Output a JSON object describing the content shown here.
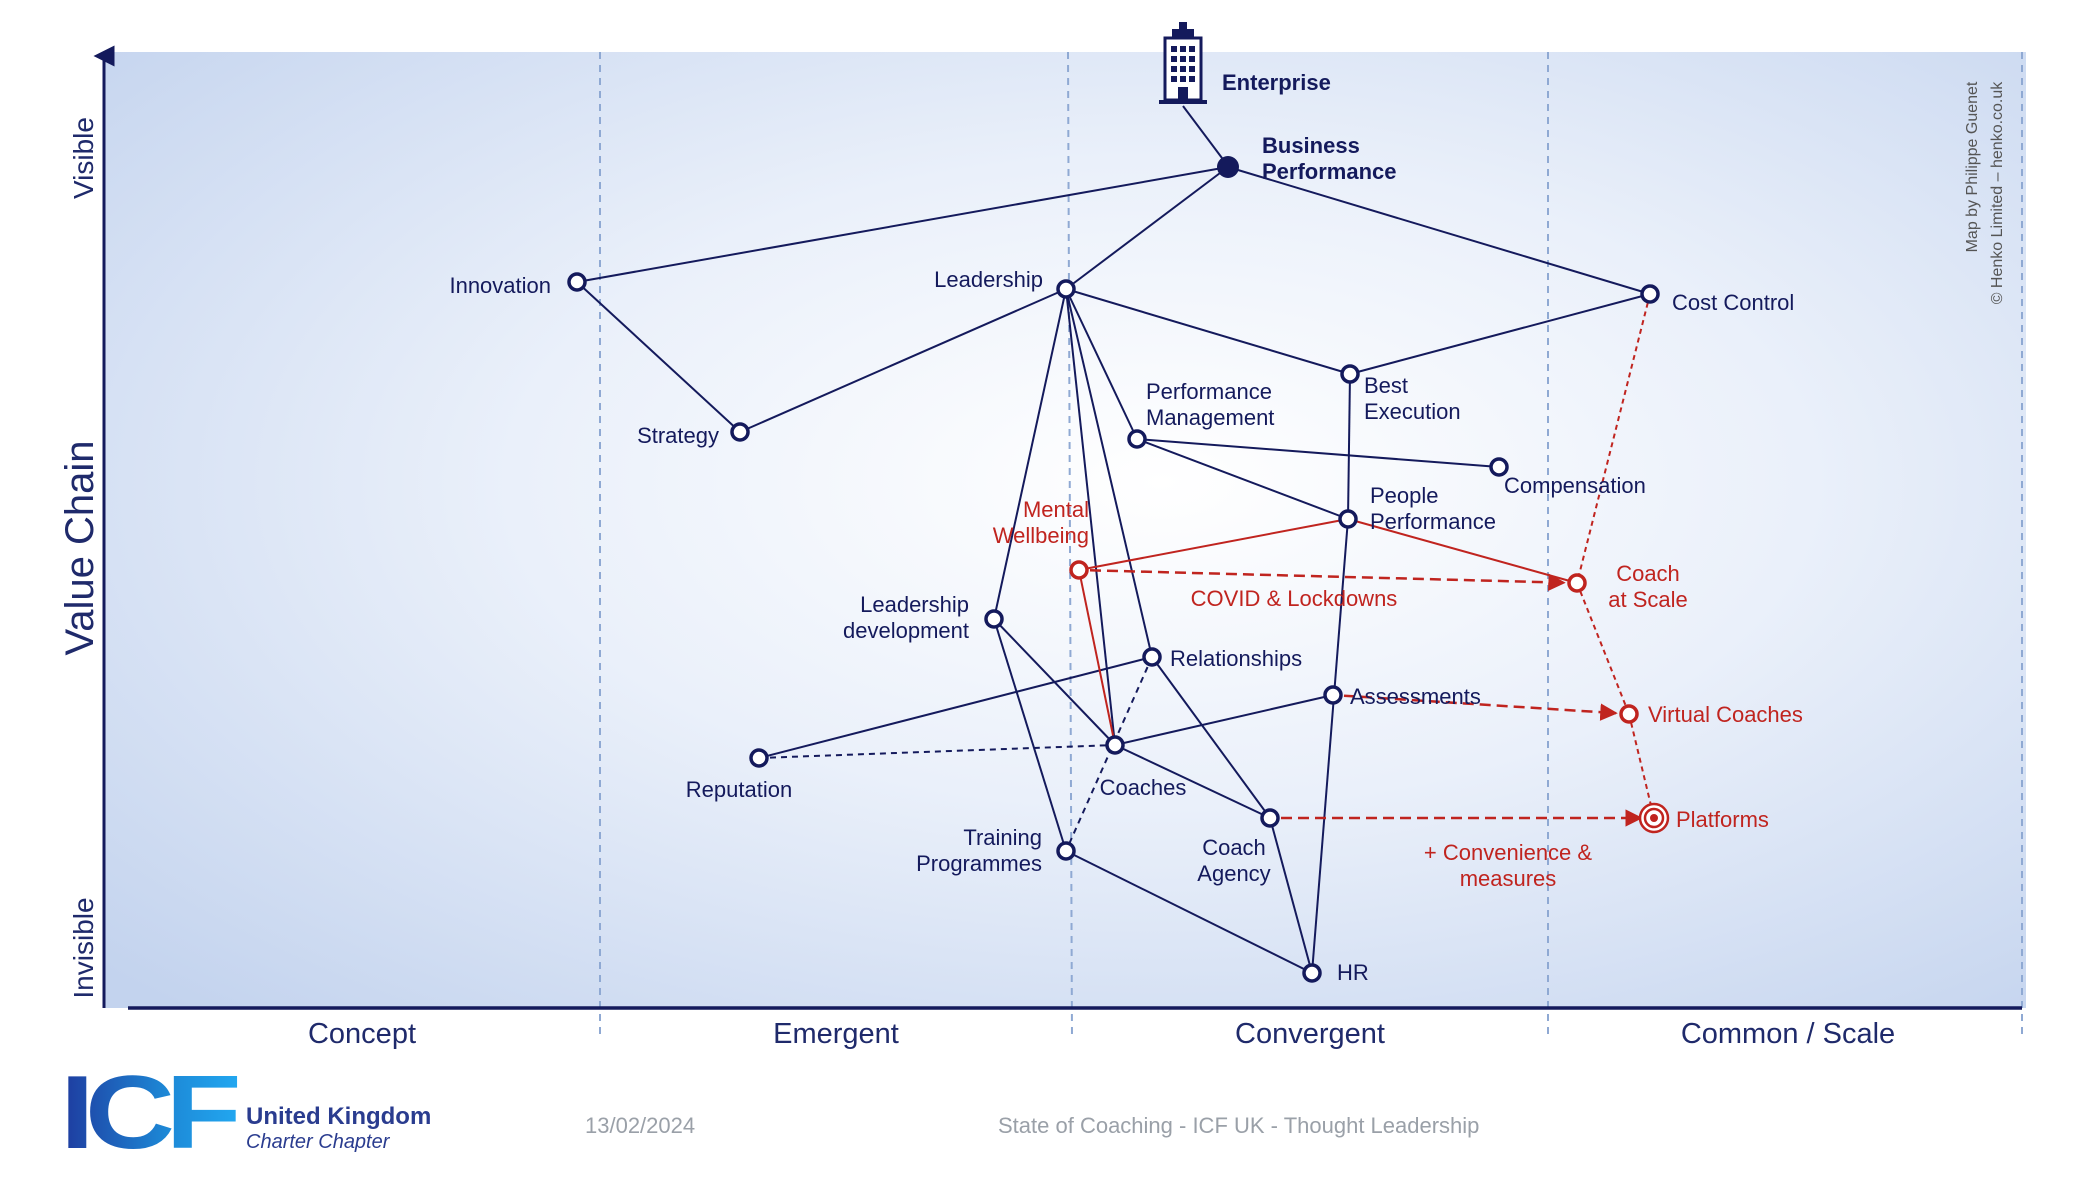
{
  "diagram": {
    "y_axis_label": "Value Chain",
    "y_top_label": "Visible",
    "y_bottom_label": "Invisible",
    "stages": [
      "Concept",
      "Emergent",
      "Convergent",
      "Common / Scale"
    ],
    "anchor": {
      "label": "Enterprise",
      "icon": "building-icon"
    },
    "credit_line_1": "Map by Philippe Guenet",
    "credit_line_2": "© Henko Limited – henko.co.uk",
    "colors": {
      "navy": "#141a5c",
      "red": "#c0241f",
      "bg_edge": "#c3d3ee",
      "bg_center": "#ffffff"
    },
    "nodes": {
      "business_performance": {
        "label_lines": [
          "Business",
          "Performance"
        ],
        "color": "navy",
        "kind": "filled"
      },
      "innovation": {
        "label_lines": [
          "Innovation"
        ],
        "color": "navy",
        "kind": "open"
      },
      "leadership": {
        "label_lines": [
          "Leadership"
        ],
        "color": "navy",
        "kind": "open"
      },
      "cost_control": {
        "label_lines": [
          "Cost Control"
        ],
        "color": "navy",
        "kind": "open"
      },
      "strategy": {
        "label_lines": [
          "Strategy"
        ],
        "color": "navy",
        "kind": "open"
      },
      "best_execution": {
        "label_lines": [
          "Best",
          "Execution"
        ],
        "color": "navy",
        "kind": "open"
      },
      "performance_management": {
        "label_lines": [
          "Performance",
          "Management"
        ],
        "color": "navy",
        "kind": "open"
      },
      "compensation": {
        "label_lines": [
          "Compensation"
        ],
        "color": "navy",
        "kind": "open"
      },
      "people_performance": {
        "label_lines": [
          "People",
          "Performance"
        ],
        "color": "navy",
        "kind": "open"
      },
      "mental_wellbeing": {
        "label_lines": [
          "Mental",
          "Wellbeing"
        ],
        "color": "red",
        "kind": "open"
      },
      "coach_at_scale": {
        "label_lines": [
          "Coach",
          "at Scale"
        ],
        "color": "red",
        "kind": "open"
      },
      "leadership_development": {
        "label_lines": [
          "Leadership",
          "development"
        ],
        "color": "navy",
        "kind": "open"
      },
      "relationships": {
        "label_lines": [
          "Relationships"
        ],
        "color": "navy",
        "kind": "open"
      },
      "assessments": {
        "label_lines": [
          "Assessments"
        ],
        "color": "navy",
        "kind": "open"
      },
      "virtual_coaches": {
        "label_lines": [
          "Virtual Coaches"
        ],
        "color": "red",
        "kind": "open"
      },
      "reputation": {
        "label_lines": [
          "Reputation"
        ],
        "color": "navy",
        "kind": "open"
      },
      "coaches": {
        "label_lines": [
          "Coaches"
        ],
        "color": "navy",
        "kind": "open"
      },
      "coach_agency": {
        "label_lines": [
          "Coach",
          "Agency"
        ],
        "color": "navy",
        "kind": "open"
      },
      "platforms": {
        "label_lines": [
          "Platforms"
        ],
        "color": "red",
        "kind": "target"
      },
      "training_programmes": {
        "label_lines": [
          "Training",
          "Programmes"
        ],
        "color": "navy",
        "kind": "open"
      },
      "hr": {
        "label_lines": [
          "HR"
        ],
        "color": "navy",
        "kind": "open"
      }
    },
    "links": [
      {
        "from": "business_performance",
        "to": "innovation",
        "style": "solid",
        "color": "navy"
      },
      {
        "from": "business_performance",
        "to": "leadership",
        "style": "solid",
        "color": "navy"
      },
      {
        "from": "business_performance",
        "to": "cost_control",
        "style": "solid",
        "color": "navy"
      },
      {
        "from": "innovation",
        "to": "strategy",
        "style": "solid",
        "color": "navy"
      },
      {
        "from": "leadership",
        "to": "strategy",
        "style": "solid",
        "color": "navy"
      },
      {
        "from": "leadership",
        "to": "best_execution",
        "style": "solid",
        "color": "navy"
      },
      {
        "from": "leadership",
        "to": "performance_management",
        "style": "solid",
        "color": "navy"
      },
      {
        "from": "leadership",
        "to": "leadership_development",
        "style": "solid",
        "color": "navy"
      },
      {
        "from": "leadership",
        "to": "relationships",
        "style": "solid",
        "color": "navy"
      },
      {
        "from": "leadership",
        "to": "coaches",
        "style": "solid",
        "color": "navy"
      },
      {
        "from": "best_execution",
        "to": "cost_control",
        "style": "solid",
        "color": "navy"
      },
      {
        "from": "best_execution",
        "to": "people_performance",
        "style": "solid",
        "color": "navy"
      },
      {
        "from": "performance_management",
        "to": "compensation",
        "style": "solid",
        "color": "navy"
      },
      {
        "from": "performance_management",
        "to": "people_performance",
        "style": "solid",
        "color": "navy"
      },
      {
        "from": "people_performance",
        "to": "hr",
        "style": "solid",
        "color": "navy"
      },
      {
        "from": "leadership_development",
        "to": "coaches",
        "style": "solid",
        "color": "navy"
      },
      {
        "from": "leadership_development",
        "to": "training_programmes",
        "style": "solid",
        "color": "navy"
      },
      {
        "from": "relationships",
        "to": "reputation",
        "style": "solid",
        "color": "navy"
      },
      {
        "from": "relationships",
        "to": "coach_agency",
        "style": "solid",
        "color": "navy"
      },
      {
        "from": "relationships",
        "to": "training_programmes",
        "style": "dashed",
        "color": "navy"
      },
      {
        "from": "reputation",
        "to": "coaches",
        "style": "dashed",
        "color": "navy"
      },
      {
        "from": "coaches",
        "to": "assessments",
        "style": "solid",
        "color": "navy"
      },
      {
        "from": "coaches",
        "to": "coach_agency",
        "style": "solid",
        "color": "navy"
      },
      {
        "from": "coach_agency",
        "to": "hr",
        "style": "solid",
        "color": "navy"
      },
      {
        "from": "training_programmes",
        "to": "hr",
        "style": "solid",
        "color": "navy"
      },
      {
        "from": "people_performance",
        "to": "mental_wellbeing",
        "style": "solid",
        "color": "red"
      },
      {
        "from": "people_performance",
        "to": "coach_at_scale",
        "style": "solid",
        "color": "red"
      },
      {
        "from": "mental_wellbeing",
        "to": "coaches",
        "style": "solid",
        "color": "red"
      },
      {
        "from": "cost_control",
        "to": "coach_at_scale",
        "style": "dotted",
        "color": "red"
      },
      {
        "from": "coach_at_scale",
        "to": "virtual_coaches",
        "style": "dotted",
        "color": "red"
      },
      {
        "from": "virtual_coaches",
        "to": "platforms",
        "style": "dotted",
        "color": "red"
      }
    ],
    "movements": [
      {
        "from": "mental_wellbeing",
        "to": "coach_at_scale",
        "label_lines": [
          "COVID & Lockdowns"
        ]
      },
      {
        "from": "assessments",
        "to": "virtual_coaches",
        "label_lines": []
      },
      {
        "from": "coach_agency",
        "to": "platforms",
        "label_lines": [
          "+ Convenience &",
          "measures"
        ]
      }
    ]
  },
  "footer": {
    "logo_text": "ICF",
    "org_line_1": "United Kingdom",
    "org_line_2": "Charter Chapter",
    "date": "13/02/2024",
    "title": "State of Coaching - ICF UK - Thought Leadership"
  }
}
